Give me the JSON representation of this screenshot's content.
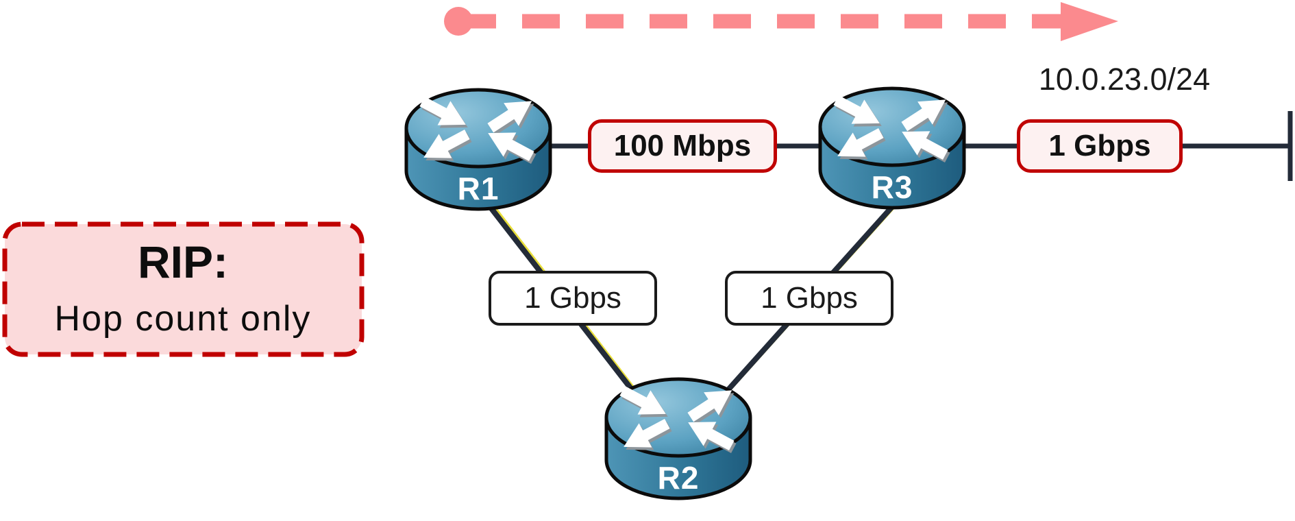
{
  "legend": {
    "title": "RIP:",
    "subtitle": "Hop count only"
  },
  "subnet_label": "10.0.23.0/24",
  "routers": [
    {
      "name": "R1"
    },
    {
      "name": "R2"
    },
    {
      "name": "R3"
    }
  ],
  "links": {
    "r1_r3": {
      "label": "100 Mbps",
      "highlighted": true
    },
    "r3_lan": {
      "label": "1 Gbps",
      "highlighted": true
    },
    "r1_r2": {
      "label": "1 Gbps",
      "highlighted": false
    },
    "r2_r3": {
      "label": "1 Gbps",
      "highlighted": false
    }
  },
  "flow_arrow": {
    "direction": "left-to-right"
  },
  "colors": {
    "flow_arrow_pink": "#FB8A8E",
    "link_line": "#232B38",
    "highlight_border": "#C00000",
    "highlight_fill": "#FDF1F1",
    "legend_fill": "#FBDADB",
    "legend_border": "#C00000",
    "router_blue": "#3D85A9"
  }
}
